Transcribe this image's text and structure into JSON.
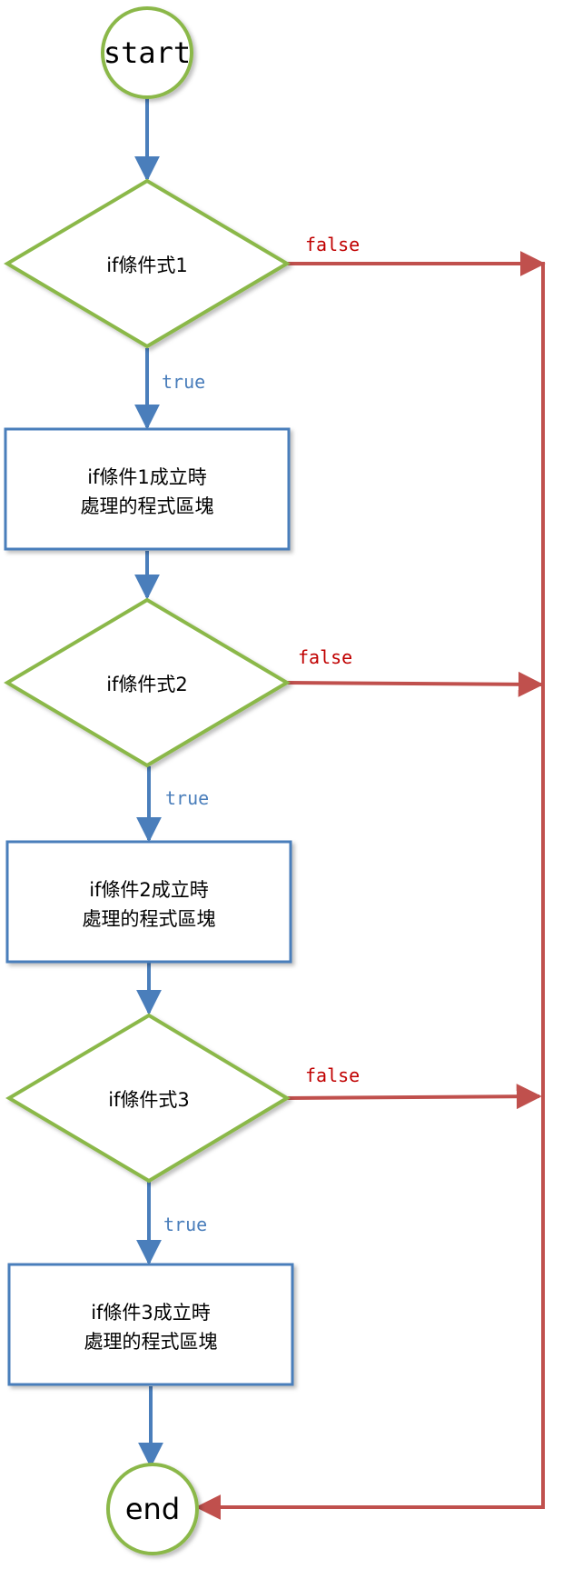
{
  "colors": {
    "node_border": "#8bb84a",
    "process_border": "#4a7ebb",
    "flow_true": "#4a7ebb",
    "flow_false": "#c0504d",
    "label_true": "#4a7ebb",
    "label_false": "#c00000"
  },
  "nodes": {
    "start": "start",
    "end": "end",
    "condition1": "if條件式1",
    "condition2": "if條件式2",
    "condition3": "if條件式3",
    "block1": {
      "line1": "if條件1成立時",
      "line2": "處理的程式區塊"
    },
    "block2": {
      "line1": "if條件2成立時",
      "line2": "處理的程式區塊"
    },
    "block3": {
      "line1": "if條件3成立時",
      "line2": "處理的程式區塊"
    }
  },
  "edge_labels": {
    "true1": "true",
    "true2": "true",
    "true3": "true",
    "false1": "false",
    "false2": "false",
    "false3": "false"
  }
}
